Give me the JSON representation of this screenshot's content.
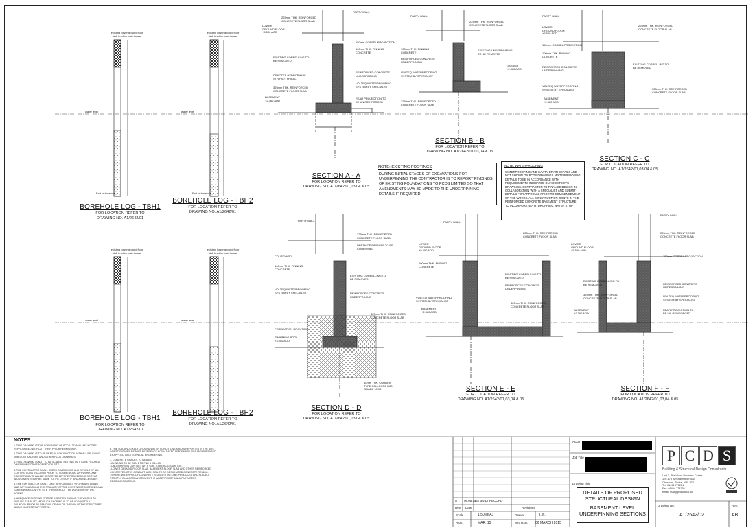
{
  "boreholes": {
    "top_left": {
      "title": "BOREHOLE LOG - TBH1",
      "ref": "FOR LOCATION REFER TO\nDRAWING NO. A1/2642/01"
    },
    "top_right": {
      "title": "BOREHOLE LOG - TBH2",
      "ref": "FOR LOCATION REFER TO\nDRAWING NO. A1/2642/01"
    },
    "bottom_left": {
      "title": "BOREHOLE LOG - TBH1",
      "ref": "FOR LOCATION REFER TO\nDRAWING NO. A1/2642/01"
    },
    "bottom_right": {
      "title": "BOREHOLE LOG - TBH2",
      "ref": "FOR LOCATION REFER TO\nDRAWING NO. A1/2642/01"
    },
    "header_text": "existing lower ground floor\nslab level in main house",
    "water_level": "water level",
    "end": "End of borehole"
  },
  "sections": {
    "a": {
      "title": "SECTION A - A",
      "ref": "FOR LOCATION REFER TO\nDRAWING NO. A1/2642/01,03,04 & 05"
    },
    "b": {
      "title": "SECTION B - B",
      "ref": "FOR LOCATION REFER TO\nDRAWING NO. A1/2642/01,03,04 & 05"
    },
    "c": {
      "title": "SECTION C - C",
      "ref": "FOR LOCATION REFER TO\nDRAWING NO. A1/2642/01,03,04 & 05"
    },
    "d": {
      "title": "SECTION D - D",
      "ref": "FOR LOCATION REFER TO\nDRAWING NO. A1/2642/01,03,04 & 05"
    },
    "e": {
      "title": "SECTION E - E",
      "ref": "FOR LOCATION REFER TO\nDRAWING NO. A1/2642/01,03,04 & 05"
    },
    "f": {
      "title": "SECTION F - F",
      "ref": "FOR LOCATION REFER TO\nDRAWING NO. A1/2642/01,03,04 & 05"
    }
  },
  "annotations": {
    "party_wall": "PARTY WALL",
    "slab_225": "225mm THK. REINFORCED\nCONCRETE FLOOR SLAB",
    "lower_ground": "LOWER\nGROUND FLOOR\n+5.500 AOD",
    "corbel": "150mm CORBEL PROJECTION",
    "pinning": "100mm THK. PINNING\nCONCRETE",
    "corbelling": "EXISTING CORBELLING TO\nBE REMOVED",
    "rc_underpin": "REINFORCED CONCRETE\nUNDERPINNING",
    "hydrophilic": "DENOTES HYDROPHILIC\nSTRIPS (TYPICAL)",
    "volteq": "VOLTEQ WATERPROOFING\nSYSTEM BY SPECIALIST",
    "slab_325": "325mm THK. REINFORCED\nCONCRETE FLOOR SLAB",
    "basement": "BASEMENT\n+2.360 AOD",
    "rear_proj": "REAR PROJECTION TO\nBE UN-REINFORCED",
    "garage": "GARAGE\n+2.860 AOD",
    "underpin_existing": "EXISTING UNDERPINNING\nTO BE REMOVED",
    "courtyard": "COURTYARD",
    "finishes": "DEPTH OF FINISHES TO BE\nCONFIRMED",
    "permeation": "PERMEATION GROUTING",
    "pool": "SWIMMING POOL\n+3.600 AOD",
    "corrugated": "40mm THK. CORDEK\nTYPE CELLCORE H60\nGRADE 10/18"
  },
  "notes_boxes": {
    "footings": {
      "title": "NOTE: EXISTING FOOTINGS",
      "body": "DURING INITIAL STAGES OF EXCAVATIONS FOR UNDERPINNING THE CONTRACTOR IS TO REPORT FINDINGS OF EXISTING FOUNDATIONS TO PCDS LIMITED SO THAT AMENDMENTS MAY BE MADE TO THE UNDERPINNING DETAILS IF REQUIRED."
    },
    "waterproofing": {
      "title": "NOTE: WATERPROOFING",
      "body": "WATERPROOFING AND CAVITY DRAIN DETAILS ARE NOT SHOWN ON PCDS DRAWINGS. WATERPROOFING DETAILS TO BE IN ACCORDANCE WITH REQUIREMENTS INDICATED ON ARCHITECT'S DRAWINGS. CONTRACTOR TO FINALISE DESIGN IN COLLABORATION WITH A SPECIALIST AND SUBMIT DETAILS FOR APPROVAL PRIOR TO COMMENCEMENT OF THE WORKS. ALL CONSTRUCTION JOINTS IN THE REINFORCED CONCRETE BASEMENT STRUCTURE TO INCORPORATE A HYDROPHILIC WATER STOP"
    }
  },
  "general_notes": {
    "title": "NOTES:",
    "items": [
      "1. THIS DRAWING IS THE COPYRIGHT OF PCDS LTD AND MAY NOT BE REPRODUCED WITHOUT THEIR PRIOR PERMISSION.",
      "2. THIS DRAWING IS TO BE READ IN CONJUNCTION WITH ALL RELEVANT SUB-CONTRACTORS AND OTHER PCDS DRAWINGS.",
      "3. THIS DRAWING IS NOT TO BE SCALED. SETTING OUT TO BE FIGURED DIMENSIONS OR AS AGREED ON SITE.",
      "4. THE CONTRACTOR SHALL CHECK DIMENSIONS AND DETAILS OF ALL EXISTING CONSTRUCTION PRIOR TO COMMENCING ANY WORK. ANY DISCREPANCY SHALL BE REPORTED BEFORE PROCEEDING SO THAT ADJUSTMENTS MAY BE MADE TO THE DESIGN IF AND AS NECESSARY.",
      "5. THE CONTRACTOR SHALL TAKE RESPONSIBILITY FOR MAINTAINING AND SAFEGUARDING THE STABILITY OF THE EXISTING STRUCTURES AND EARTHWORKS ON THE SITE THROUGHOUT THE DURATION OF THE WORKS.",
      "6. ADEQUATE SHORING IS TO BE INSERTED DURING THE WORKS TO ENSURE STABILITY AND SUCH SHORING IS TO BE ADEQUATELY FOUNDED. PRIOR TO REMOVAL OF ANY OF THE WALLS THE STRUCTURE ABOVE MUST BE SUPPORTED."
    ],
    "items2": [
      "6. THE SOIL AND LIKELY GROUND WATER CONDITIONS ARE AS REPORTED IN THE SITE INVESTIGATIONS REPORT REFERENCE FO094 DATED SEPTEMBER 2011 AND PREPARED BY APPLIED GEOTECHNICAL ENGINEERING.",
      "7. CONCRETE GRADES TO BE 8500:\n- BLINDING TO BE GEN 1 TO FND 3 (C10-15)\n- UNDERPINS IN CONTACT WITH SOIL TO BE RC GRADE C35\n- LOWER GROUND FLOOR SLAB, BASEMENT FLOOR SLAB AND OTHER REINFORCED CONCRETE NOT IN CONTACT WITH SOIL TO BE DESIGNATED CONCRETE RC32/40.\n- WHERE WATERPROOF CONCRETE IS USED IT IS TO BE PRODUCED AND PLACED STRICTLY IN ACCORDANCE WITH THE WATERPROOF MANUFACTURERS RECOMMENDATIONS."
    ]
  },
  "title_block": {
    "revision_row": {
      "rev": "A",
      "date": "06.05.15",
      "desc": "AS BUILT RECORD"
    },
    "rev_label": "Rev.",
    "date_label": "Date",
    "revisions_label": "Revisions",
    "scale_label": "Scale",
    "scale": "1:50 @ A1",
    "drawn_label": "Drawn",
    "drawn": "I.W.",
    "date2_label": "Date",
    "date2": "MAR. 15",
    "plot_label": "Plot Date",
    "plot": "06 MARCH 2015",
    "client_label": "Client",
    "job_label": "Job Title",
    "drawing_title_label": "Drawing Title",
    "drawing_title": "DETAILS OF PROPOSED\nSTRUCTURAL DESIGN",
    "drawing_subtitle": "BASEMENT LEVEL\nUNDERPINNING SECTIONS",
    "drawing_no_label": "Drawing No.",
    "drawing_no": "A1/2642/02",
    "rev_no_label": "Rev.",
    "rev_no": "AB"
  },
  "logo": {
    "letters": [
      "P",
      "C",
      "D",
      "S"
    ],
    "tagline": "Building & Structural Design Consultants",
    "address": "Unit 2, The Wood Business Centre\n176-178 Berkhamsted Road\nChesham, Bucks, HP5 3EE\nTel: 01494 771224\nFax: 01494 778736\nemail: mail@pcdsltd.co.uk"
  }
}
